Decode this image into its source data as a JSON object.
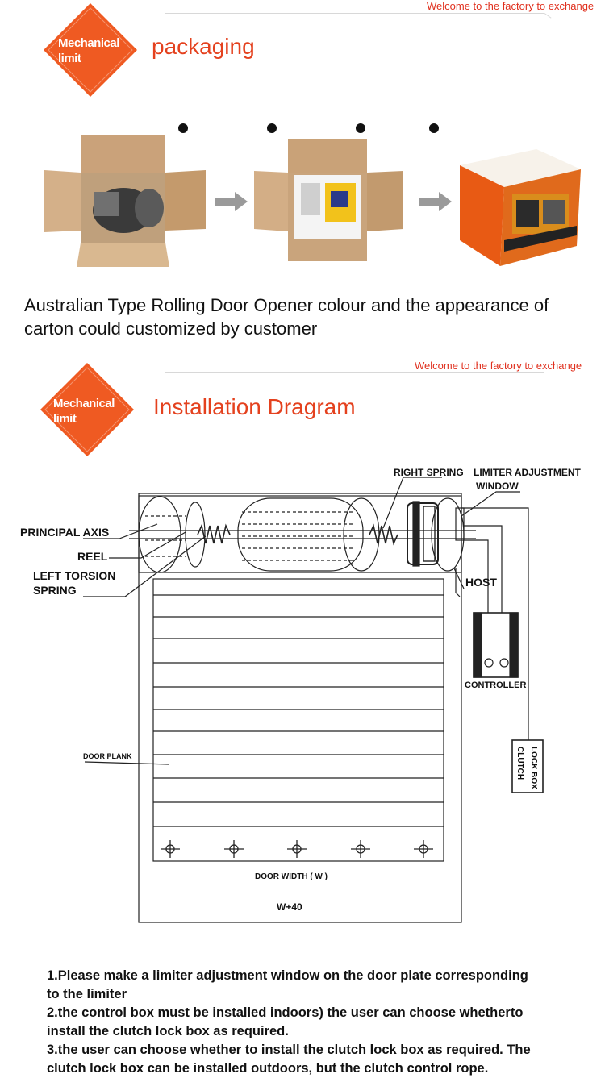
{
  "section1": {
    "welcome": "Welcome to the factory to exchange",
    "badge_line1": "Mechanical",
    "badge_line2": "limit",
    "title": "packaging",
    "caption_line1": "Australian Type Rolling Door Opener colour and the appearance of",
    "caption_line2": "carton could customized by customer"
  },
  "section2": {
    "welcome": "Welcome to the factory to exchange",
    "badge_line1": "Mechanical",
    "badge_line2": "limit",
    "title": "Installation Dragram"
  },
  "diagram": {
    "right_spring": "RIGHT SPRING",
    "limiter_line1": "LIMITER ADJUSTMENT",
    "limiter_line2": "WINDOW",
    "principal_axis": "PRINCIPAL AXIS",
    "reel": "REEL",
    "left_torsion_line1": "LEFT TORSION",
    "left_torsion_line2": "SPRING",
    "host": "HOST",
    "controller": "CONTROLLER",
    "door_plank": "DOOR PLANK",
    "lock_box": "LOCK BOX",
    "clutch": "CLUTCH",
    "door_width": "DOOR WIDTH ( W )",
    "w_plus": "W+40"
  },
  "notes": {
    "line1": "1.Please make a limiter adjustment window on the door plate corresponding",
    "line2": "to the limiter",
    "line3": "2.the control box must be installed indoors) the user can choose whetherto",
    "line4": "install the clutch lock box as required.",
    "line5": "3.the user can choose whether to install the clutch lock box as required. The",
    "line6": "clutch lock box can be installed outdoors, but the clutch control rope."
  },
  "colors": {
    "accent": "#e4411e",
    "badge": "#ef5a22",
    "welcome": "#e0301e"
  }
}
